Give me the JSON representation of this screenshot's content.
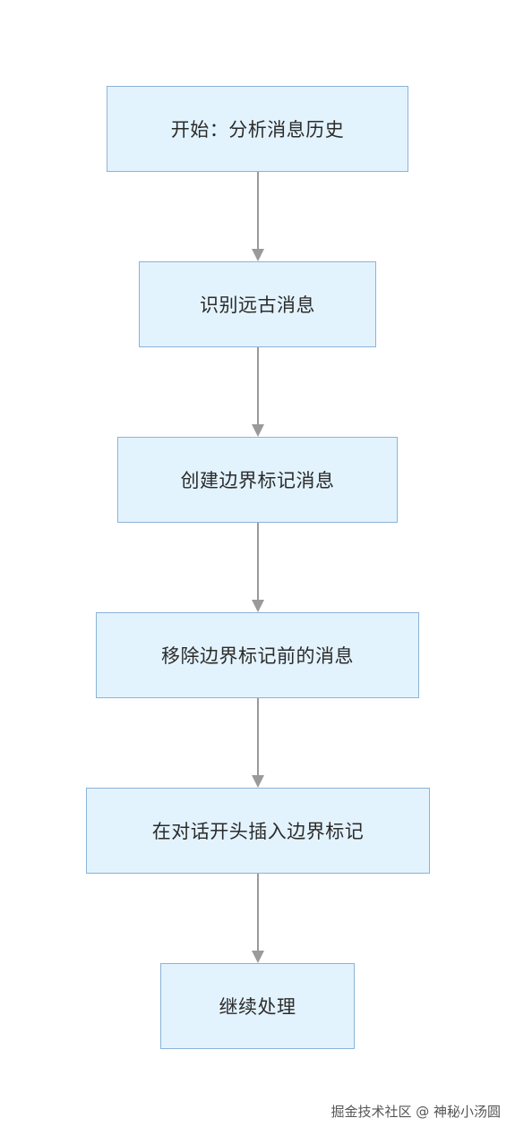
{
  "flowchart": {
    "nodes": [
      {
        "id": "n1",
        "label": "开始：分析消息历史"
      },
      {
        "id": "n2",
        "label": "识别远古消息"
      },
      {
        "id": "n3",
        "label": "创建边界标记消息"
      },
      {
        "id": "n4",
        "label": "移除边界标记前的消息"
      },
      {
        "id": "n5",
        "label": "在对话开头插入边界标记"
      },
      {
        "id": "n6",
        "label": "继续处理"
      }
    ],
    "edges": [
      {
        "from": "n1",
        "to": "n2"
      },
      {
        "from": "n2",
        "to": "n3"
      },
      {
        "from": "n3",
        "to": "n4"
      },
      {
        "from": "n4",
        "to": "n5"
      },
      {
        "from": "n5",
        "to": "n6"
      }
    ],
    "colors": {
      "node_fill": "#e3f3fd",
      "node_border": "#8ab3d8",
      "arrow": "#9a9a9a"
    }
  },
  "watermark": {
    "text": "掘金技术社区 @ 神秘小汤圆"
  }
}
